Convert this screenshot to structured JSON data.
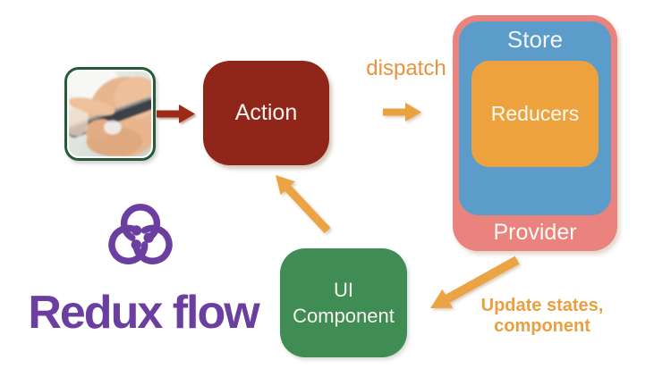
{
  "title": "Redux flow",
  "logo": {
    "caption": "Redux flow",
    "icon": "redux-logo-icon",
    "color": "#6B3FA0"
  },
  "photo": {
    "icon": "hands-tapping-smartphone-photo",
    "border_color": "#265B35"
  },
  "nodes": {
    "action": {
      "label": "Action",
      "color": "#8F2619"
    },
    "store": {
      "label": "Store",
      "color": "#5B9CCB"
    },
    "reducers": {
      "label": "Reducers",
      "color": "#EEA23E"
    },
    "provider": {
      "label": "Provider",
      "color": "#EA837E"
    },
    "ui_component": {
      "line1": "UI",
      "line2": "Component",
      "color": "#3F8C55"
    }
  },
  "edges": {
    "user_to_action": {
      "color": "#9C2A16"
    },
    "action_to_store": {
      "label": "dispatch",
      "color": "#EBA13E"
    },
    "ui_to_action": {
      "color": "#EBA344"
    },
    "store_to_ui": {
      "label_line1": "Update states,",
      "label_line2": "component",
      "color": "#EC9F3F"
    }
  }
}
